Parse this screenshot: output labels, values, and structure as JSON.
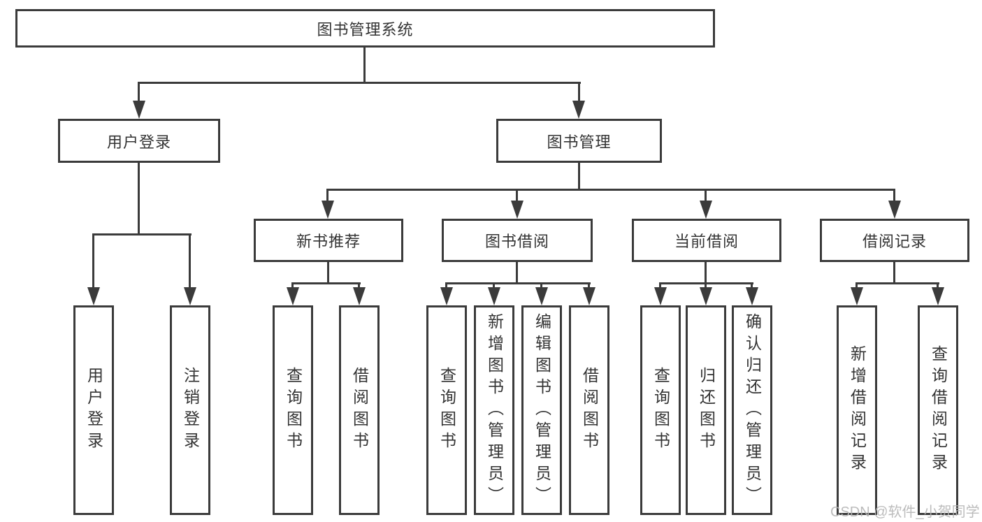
{
  "diagram": {
    "title": "图书管理系统",
    "branches": [
      {
        "label": "用户登录",
        "children": [
          "用户登录",
          "注销登录"
        ]
      },
      {
        "label": "图书管理",
        "modules": [
          {
            "label": "新书推荐",
            "children": [
              "查询图书",
              "借阅图书"
            ]
          },
          {
            "label": "图书借阅",
            "children": [
              "查询图书",
              "新增图书（管理员）",
              "编辑图书（管理员）",
              "借阅图书"
            ]
          },
          {
            "label": "当前借阅",
            "children": [
              "查询图书",
              "归还图书",
              "确认归还（管理员）"
            ]
          },
          {
            "label": "借阅记录",
            "children": [
              "新增借阅记录",
              "查询借阅记录"
            ]
          }
        ]
      }
    ]
  },
  "watermark": "CSDN @软件_小贺同学",
  "colors": {
    "line": "#3b3b3b",
    "text": "#333333",
    "bg": "#ffffff",
    "wm": "#b5b5b5"
  }
}
